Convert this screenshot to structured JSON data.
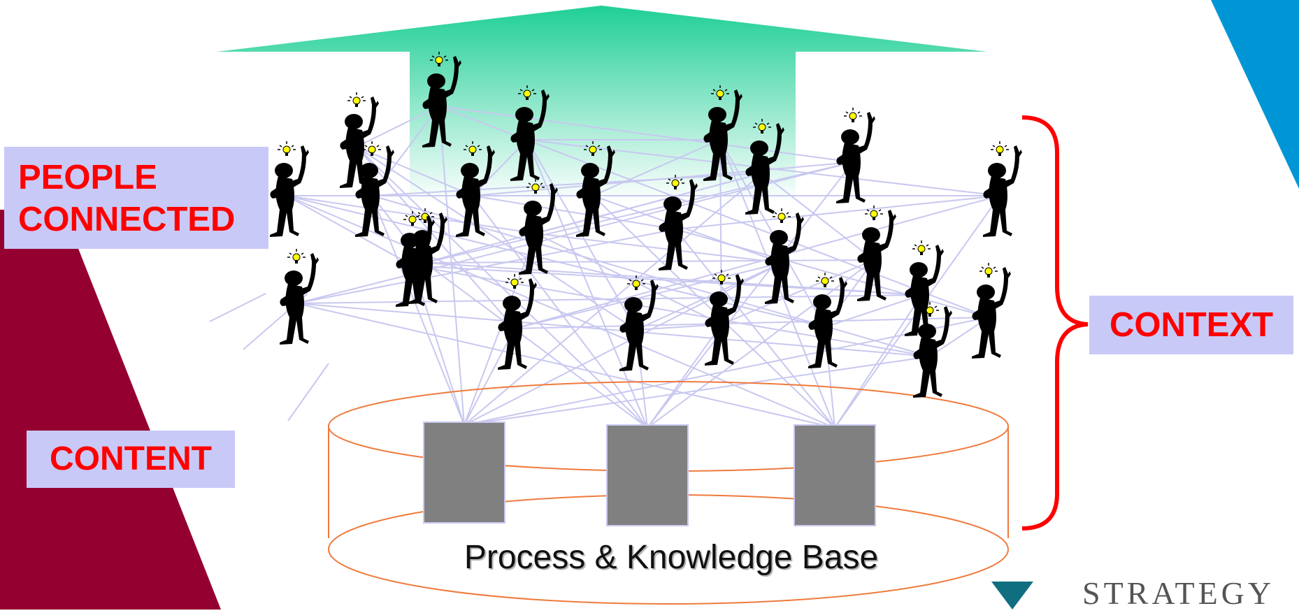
{
  "labels": {
    "people": "PEOPLE CONNECTED",
    "content": "CONTENT",
    "context": "CONTEXT"
  },
  "knowledge_base": {
    "title": "Process & Knowledge Base"
  },
  "brand": {
    "text": "STRATEGY"
  },
  "colors": {
    "label_text": "#ff0000",
    "label_bg": "#c9c9f7",
    "arrow_green": "#1fcf96",
    "dark_red": "#940030",
    "blue": "#0096d6",
    "teal": "#0f6e80",
    "cylinder_line": "#f07a3c",
    "connection_line": "#c8c8f0",
    "block_fill": "#808080",
    "bulb": "#ffff00"
  },
  "icons": {
    "person": "thinking-person-icon",
    "bulb": "lightbulb-icon",
    "block": "knowledge-block"
  },
  "people_count": 25,
  "block_count": 3
}
